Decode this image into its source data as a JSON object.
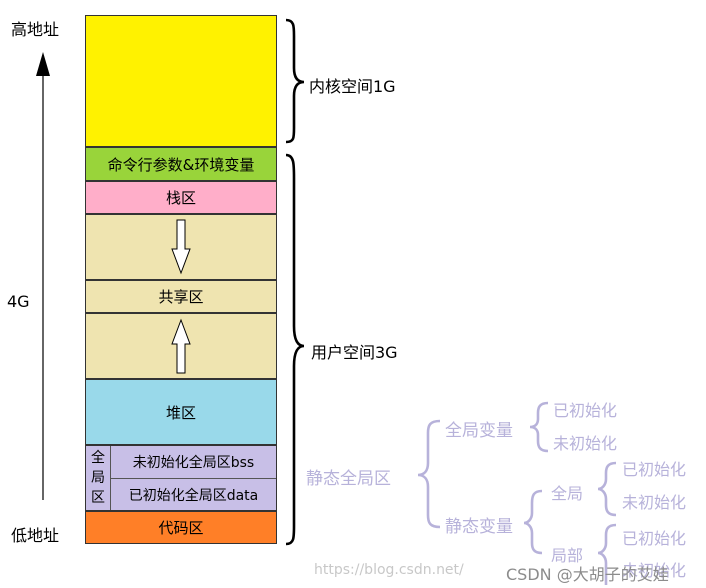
{
  "axis": {
    "high_label": "高地址",
    "low_label": "低地址",
    "size_label": "4G"
  },
  "memory_blocks": [
    {
      "id": "kernel",
      "label": "",
      "color": "#fff200"
    },
    {
      "id": "args_env",
      "label": "命令行参数&环境变量",
      "color": "#99d43a"
    },
    {
      "id": "stack",
      "label": "栈区",
      "color": "#ffaec9"
    },
    {
      "id": "gap_upper",
      "label": "",
      "color": "#efe4b0"
    },
    {
      "id": "shared",
      "label": "共享区",
      "color": "#efe4b0"
    },
    {
      "id": "gap_lower",
      "label": "",
      "color": "#efe4b0"
    },
    {
      "id": "heap",
      "label": "堆区",
      "color": "#99d9ea"
    },
    {
      "id": "bss",
      "label": "未初始化全局区bss",
      "color": "#c8bfe7"
    },
    {
      "id": "data",
      "label": "已初始化全局区data",
      "color": "#c8bfe7"
    },
    {
      "id": "code",
      "label": "代码区",
      "color": "#ff7f27"
    }
  ],
  "global_group": {
    "chars": [
      "全",
      "局",
      "区"
    ],
    "color": "#c8bfe7"
  },
  "braces": {
    "kernel_label": "内核空间1G",
    "user_label": "用户空间3G"
  },
  "tree": {
    "root": "静态全局区",
    "global_var": "全局变量",
    "global_var_children": [
      "已初始化",
      "未初始化"
    ],
    "static_var": "静态变量",
    "static_global": "全局",
    "static_global_children": [
      "已初始化",
      "未初始化"
    ],
    "static_local": "局部",
    "static_local_children": [
      "已初始化",
      "未初始化"
    ],
    "color": "#b7b2da"
  },
  "watermark": {
    "url": "https://blog.csdn.net/",
    "credit": "CSDN @大胡子的艾娃"
  }
}
